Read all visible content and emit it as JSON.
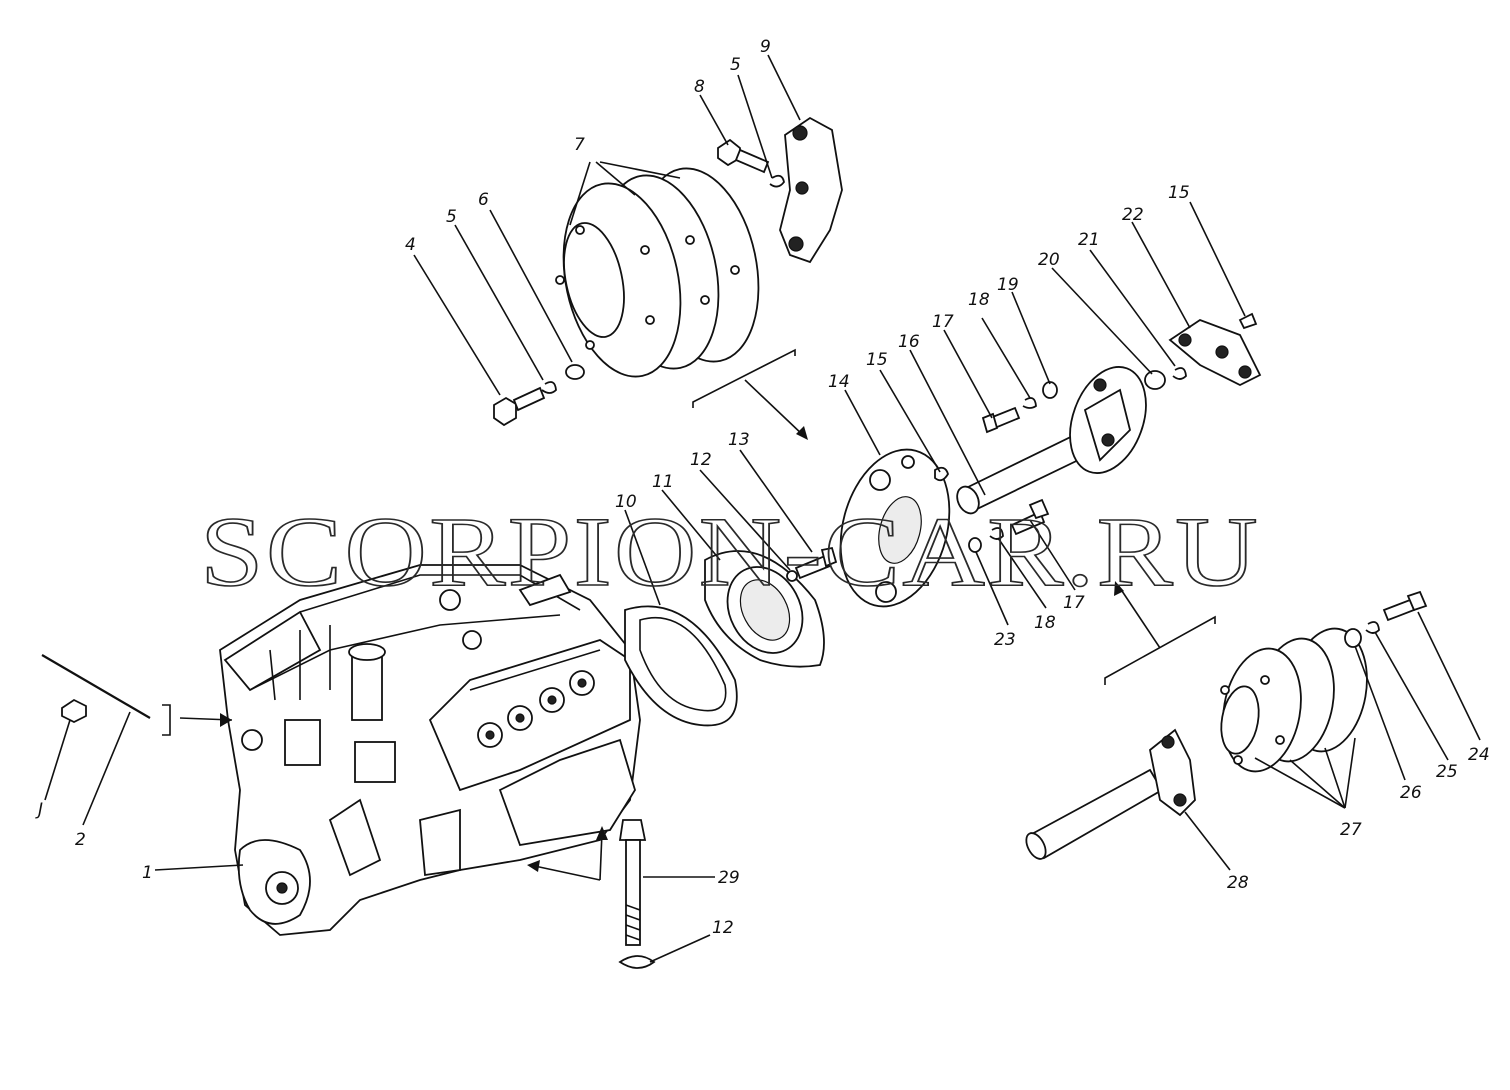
{
  "watermark": "SCORPION-CAR.RU",
  "callouts": {
    "c1": "1",
    "c2": "2",
    "c3": "J",
    "c4": "4",
    "c5a": "5",
    "c6": "6",
    "c7": "7",
    "c8": "8",
    "c5b": "5",
    "c9": "9",
    "c10": "10",
    "c11": "11",
    "c12a": "12",
    "c13": "13",
    "c14": "14",
    "c15a": "15",
    "c16": "16",
    "c17a": "17",
    "c18a": "18",
    "c19": "19",
    "c20": "20",
    "c21": "21",
    "c22": "22",
    "c15b": "15",
    "c23": "23",
    "c18b": "18",
    "c17b": "17",
    "c24": "24",
    "c25": "25",
    "c26": "26",
    "c27": "27",
    "c28": "28",
    "c29": "29",
    "c12b": "12"
  }
}
